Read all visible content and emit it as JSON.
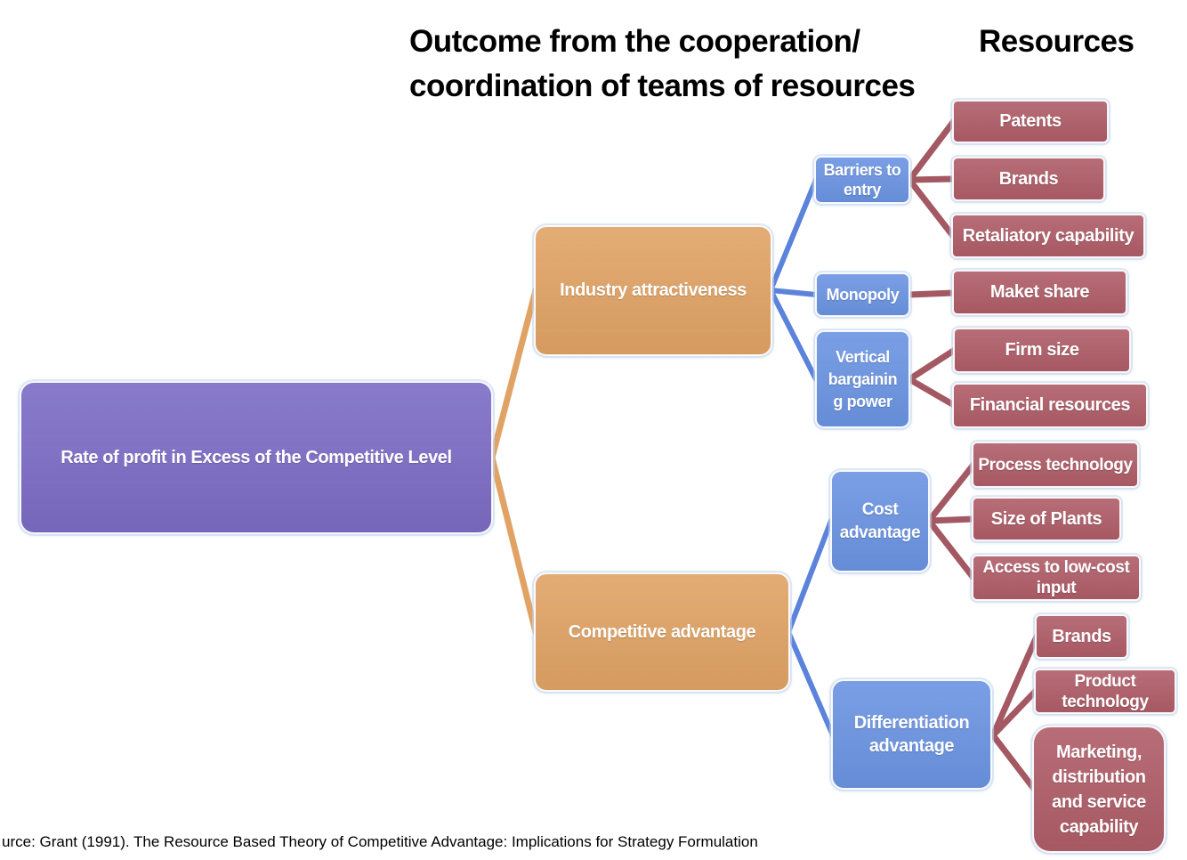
{
  "header": {
    "outcome_title_line1": "Outcome from the cooperation/",
    "outcome_title_line2": "coordination of teams of resources",
    "resources_title": "Resources"
  },
  "colors": {
    "root_purple": "#7C6CC5",
    "outcome_orange": "#E0A365",
    "capability_blue": "#6B94E2",
    "resource_red": "#AF5D68",
    "connector_orange": "#E0A365",
    "connector_blue": "#5B83DB",
    "connector_maroon": "#A35862"
  },
  "tree": {
    "root": {
      "label": "Rate of profit in Excess of the Competitive Level"
    },
    "outcomes": [
      {
        "label": "Industry attractiveness",
        "children": [
          {
            "label": "Barriers to entry",
            "resources": [
              "Patents",
              "Brands",
              "Retaliatory capability"
            ]
          },
          {
            "label": "Monopoly",
            "resources": [
              "Maket share"
            ]
          },
          {
            "label": "Vertical bargainin g power",
            "lines": [
              "Vertical",
              "bargainin",
              "g power"
            ],
            "resources": [
              "Firm size",
              "Financial resources"
            ]
          }
        ]
      },
      {
        "label": "Competitive advantage",
        "children": [
          {
            "label": "Cost advantage",
            "resources": [
              "Process technology",
              "Size of Plants",
              "Access to low-cost input"
            ]
          },
          {
            "label": "Differentiation advantage",
            "resources": [
              "Brands",
              "Product technology",
              "Marketing, distribution and service capability"
            ]
          }
        ]
      }
    ]
  },
  "footer": {
    "source_text": "urce: Grant (1991). The Resource Based Theory of Competitive Advantage: Implications for Strategy Formulation"
  }
}
